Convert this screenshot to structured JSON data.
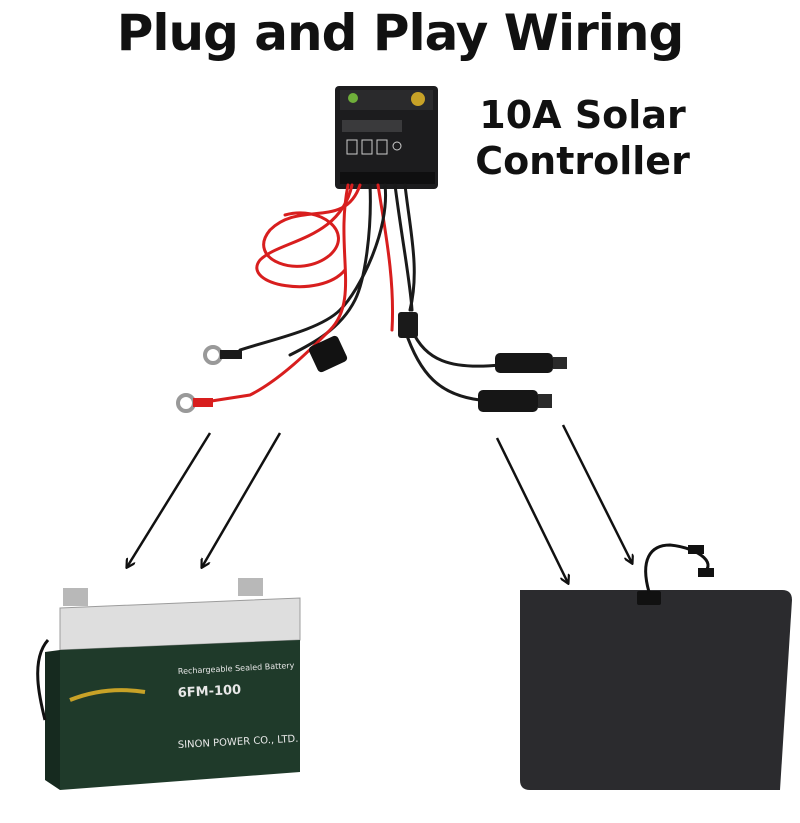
{
  "title": "Plug and Play Wiring",
  "controller_label": {
    "line1": "10A Solar",
    "line2": "Controller"
  },
  "battery": {
    "header": "Rechargeable Sealed Battery",
    "model": "6FM-100",
    "manufacturer": "SINON POWER CO., LTD."
  },
  "colors": {
    "cable_red": "#d81e1e",
    "cable_black": "#1a1a1a",
    "battery_case": "#1f3a2a",
    "panel": "#2b2b2e"
  }
}
